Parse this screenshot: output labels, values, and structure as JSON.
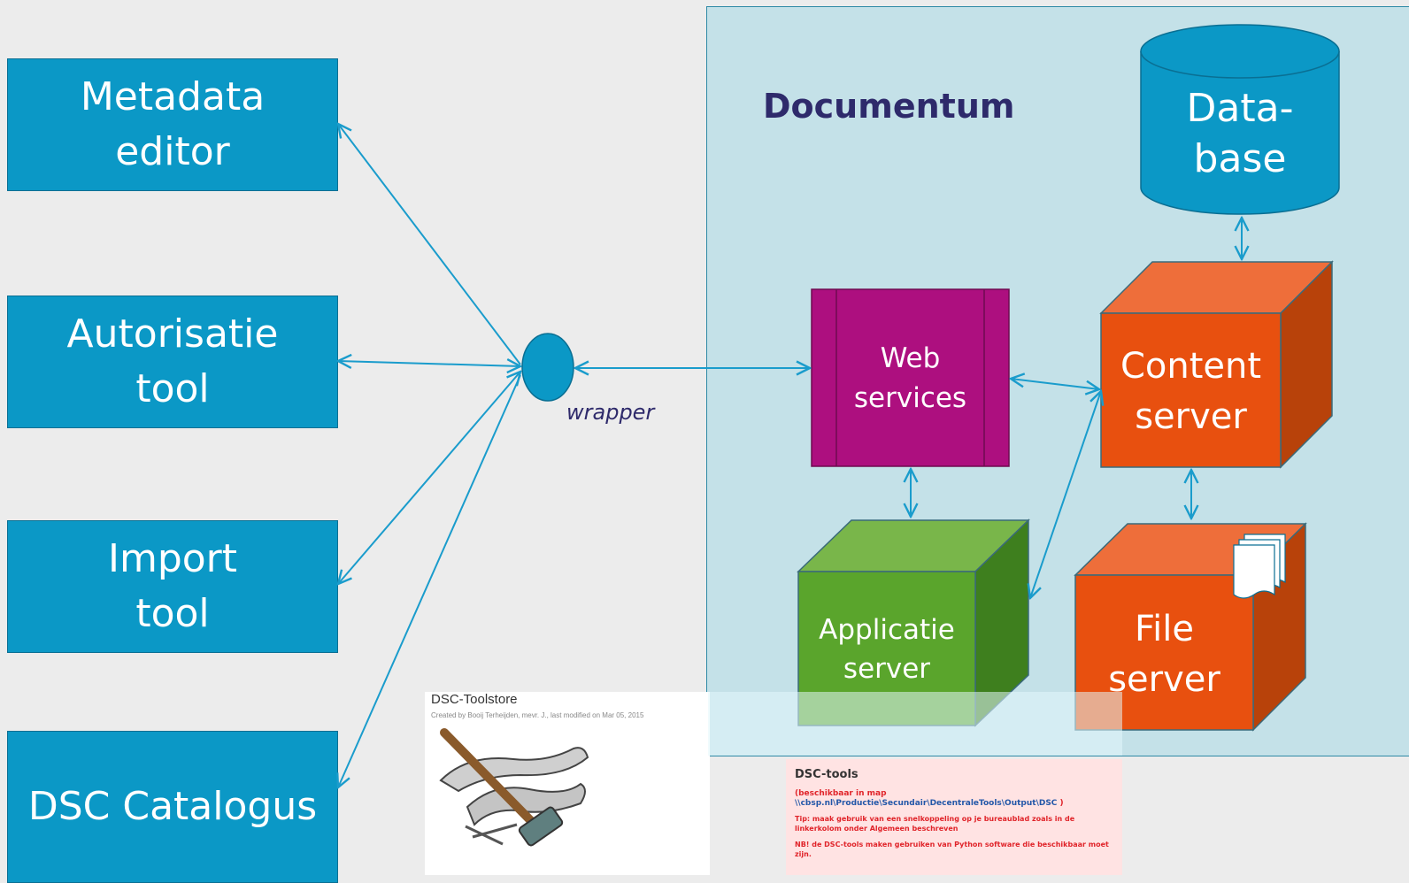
{
  "left_tools": [
    {
      "label": "Metadata\neditor"
    },
    {
      "label": "Autorisatie\ntool"
    },
    {
      "label": "Import\ntool"
    },
    {
      "label": "DSC Catalogus"
    }
  ],
  "wrapper_label": "wrapper",
  "documentum": {
    "title": "Documentum",
    "database": "Data-\nbase",
    "web_services": "Web\nservices",
    "content_server": "Content\nserver",
    "applicatie_server": "Applicatie\nserver",
    "file_server": "File\nserver"
  },
  "colors": {
    "tool_blue": "#0b98c6",
    "web_services_purple": "#ad0f7f",
    "server_orange": "#e8500f",
    "app_green": "#5aa52c",
    "arrow_blue": "#1a9ccc",
    "doc_region": "#c4e1e8",
    "title_navy": "#2e2a6b"
  },
  "toolstore_screenshot": {
    "title": "DSC-Toolstore",
    "meta": "Created by Booij Terheijden, mevr. J., last modified on Mar 05, 2015"
  },
  "dsc_tools_screenshot": {
    "heading": "DSC-tools",
    "line1": "(beschikbaar in map",
    "path": "\\\\cbsp.nl\\Productie\\Secundair\\DecentraleTools\\Output\\DSC",
    "line1_close": " )",
    "tip1": "Tip: maak gebruik van een snelkoppeling op je bureaublad zoals in de",
    "tip2": "linkerkolom onder Algemeen beschreven",
    "nb1": "NB! de DSC-tools maken gebruiken van Python software die beschikbaar moet",
    "nb2": "zijn."
  }
}
